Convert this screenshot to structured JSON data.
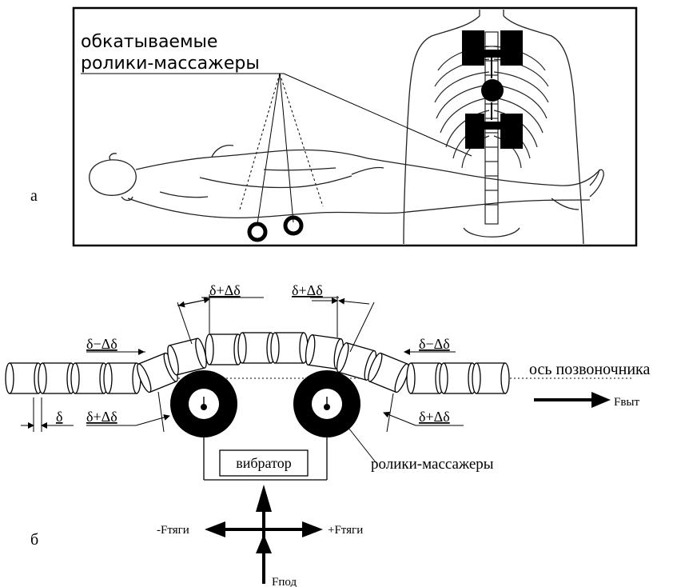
{
  "panel_a": {
    "panel_letter": "а",
    "caption_line1": "обкатываемые",
    "caption_line2": "ролики-массажеры"
  },
  "panel_b": {
    "panel_letter": "б",
    "gap_top_left": "δ+Δδ",
    "gap_top_right": "δ+Δδ",
    "gap_left_minus": "δ−Δδ",
    "gap_right_minus": "δ−Δδ",
    "gap_base": "δ",
    "gap_left_plus": "δ+Δδ",
    "gap_right_plus": "δ+Δδ",
    "spine_axis_label": "ось позвоночника",
    "pull_force_label": "Fвыт",
    "vibrator_label": "вибратор",
    "rollers_label": "ролики-массажеры",
    "force_minus_label": "-Fтяги",
    "force_plus_label": "+Fтяги",
    "force_lift_label": "Fпод"
  },
  "colors": {
    "ink": "#000000",
    "line": "#111111",
    "background": "#ffffff"
  }
}
